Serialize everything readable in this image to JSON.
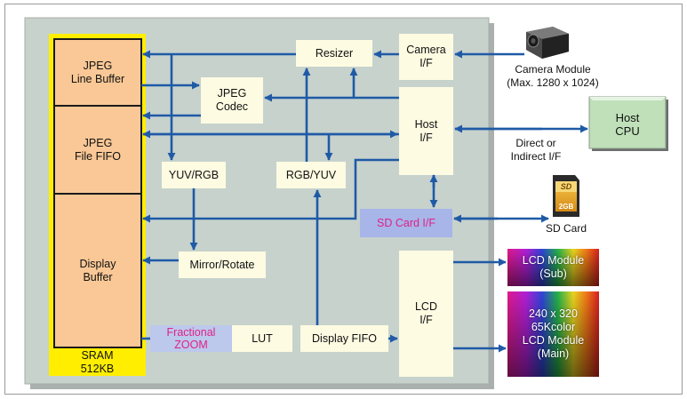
{
  "blocks": {
    "jpeg_line_buffer": "JPEG\nLine Buffer",
    "jpeg_file_fifo": "JPEG\nFile FIFO",
    "display_buffer": "Display\nBuffer",
    "sram": "SRAM\n512KB",
    "resizer": "Resizer",
    "camera_if": "Camera\nI/F",
    "jpeg_codec": "JPEG\nCodec",
    "host_if": "Host\nI/F",
    "yuv_rgb": "YUV/RGB",
    "rgb_yuv": "RGB/YUV",
    "sd_card_if": "SD Card I/F",
    "mirror_rotate": "Mirror/Rotate",
    "lcd_if": "LCD\nI/F",
    "fractional_zoom": "Fractional\nZOOM",
    "lut": "LUT",
    "display_fifo": "Display FIFO"
  },
  "external": {
    "camera_module": "Camera Module\n(Max. 1280 x 1024)",
    "host_cpu": "Host\nCPU",
    "direct_indirect": "Direct or\nIndirect I/F",
    "sd_card": "SD Card",
    "sd_brand": "SD",
    "sd_capacity": "2GB",
    "lcd_sub": "LCD Module\n(Sub)",
    "lcd_main": "240 x 320\n65Kcolor\nLCD Module\n(Main)"
  },
  "colors": {
    "arrow": "#1f5aa6",
    "chip_bg": "#c7d2cd",
    "sram_yellow": "#ffee00",
    "buffer_fill": "#f9c896",
    "block_fill": "#fdfbe1",
    "sd_if_fill": "#a7b5e8",
    "zoom_fill": "#bcc8ec",
    "host_cpu_fill": "#bfe0b9",
    "accent_magenta": "#e0218a"
  }
}
